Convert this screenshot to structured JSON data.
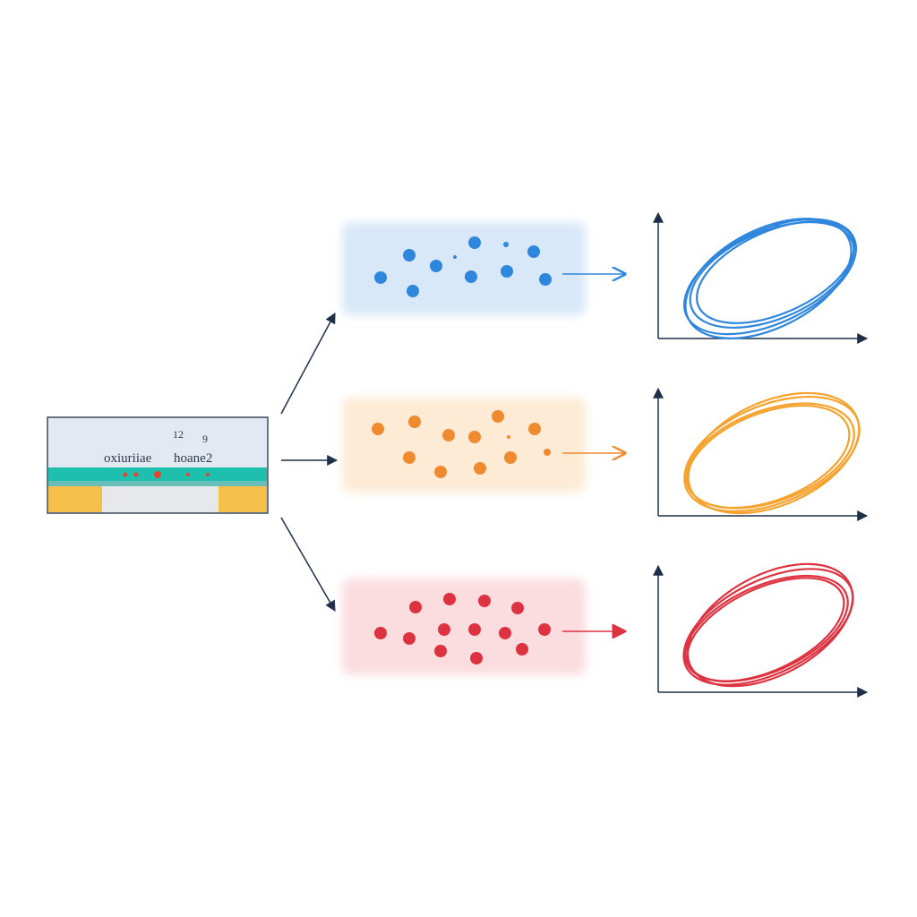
{
  "source_panel": {
    "label_left": "oxiuriiae",
    "label_right": "hoane2",
    "label_top_a": "12",
    "label_top_b": "9"
  },
  "colors": {
    "blue": "#2f86dd",
    "orange": "#f08a2e",
    "red": "#dd3340",
    "teal": "#1fbfae",
    "amber": "#f5c04a",
    "axis": "#1e2f4a"
  },
  "branches": [
    {
      "name": "blue",
      "color": "#2f86dd",
      "icon": "blue-dot-cluster"
    },
    {
      "name": "orange",
      "color": "#f08a2e",
      "icon": "orange-dot-cluster"
    },
    {
      "name": "red",
      "color": "#dd3340",
      "icon": "red-dot-cluster"
    }
  ]
}
